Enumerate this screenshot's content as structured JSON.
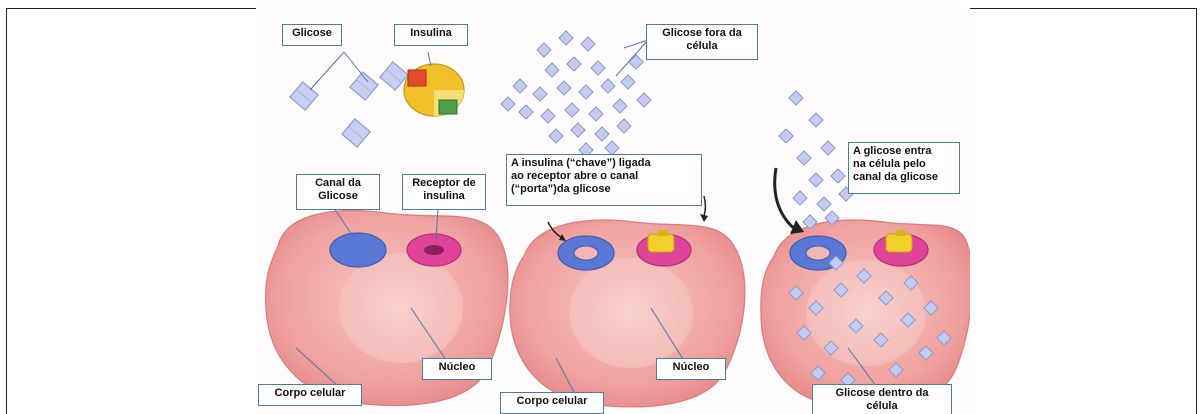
{
  "labels": {
    "glicose": "Glicose",
    "insulina": "Insulina",
    "glicose_fora": "Glicose fora da\ncélula",
    "canal_glicose": "Canal da\nGlicose",
    "receptor": "Receptor de\ninsulina",
    "insulina_chave": "A insulina (“chave”) ligada\nao receptor abre o canal\n(“porta”)da glicose",
    "glicose_entra": "A glicose entra\nna célula pelo\ncanal da glicose",
    "nucleo_1": "Núcleo",
    "nucleo_2": "Núcleo",
    "corpo_1": "Corpo celular",
    "corpo_2": "Corpo celular",
    "glicose_dentro": "Glicose dentro da\ncélula"
  },
  "colors": {
    "cell_fill": "#f2a7a4",
    "nucleus_fill": "#f6c3bf",
    "glucose_channel": "#5a78d6",
    "insulin_receptor": "#e0449a",
    "insulin_yellow": "#f2cf2a",
    "glucose": "#b9c2ea",
    "label_border": "#4a78b0"
  }
}
